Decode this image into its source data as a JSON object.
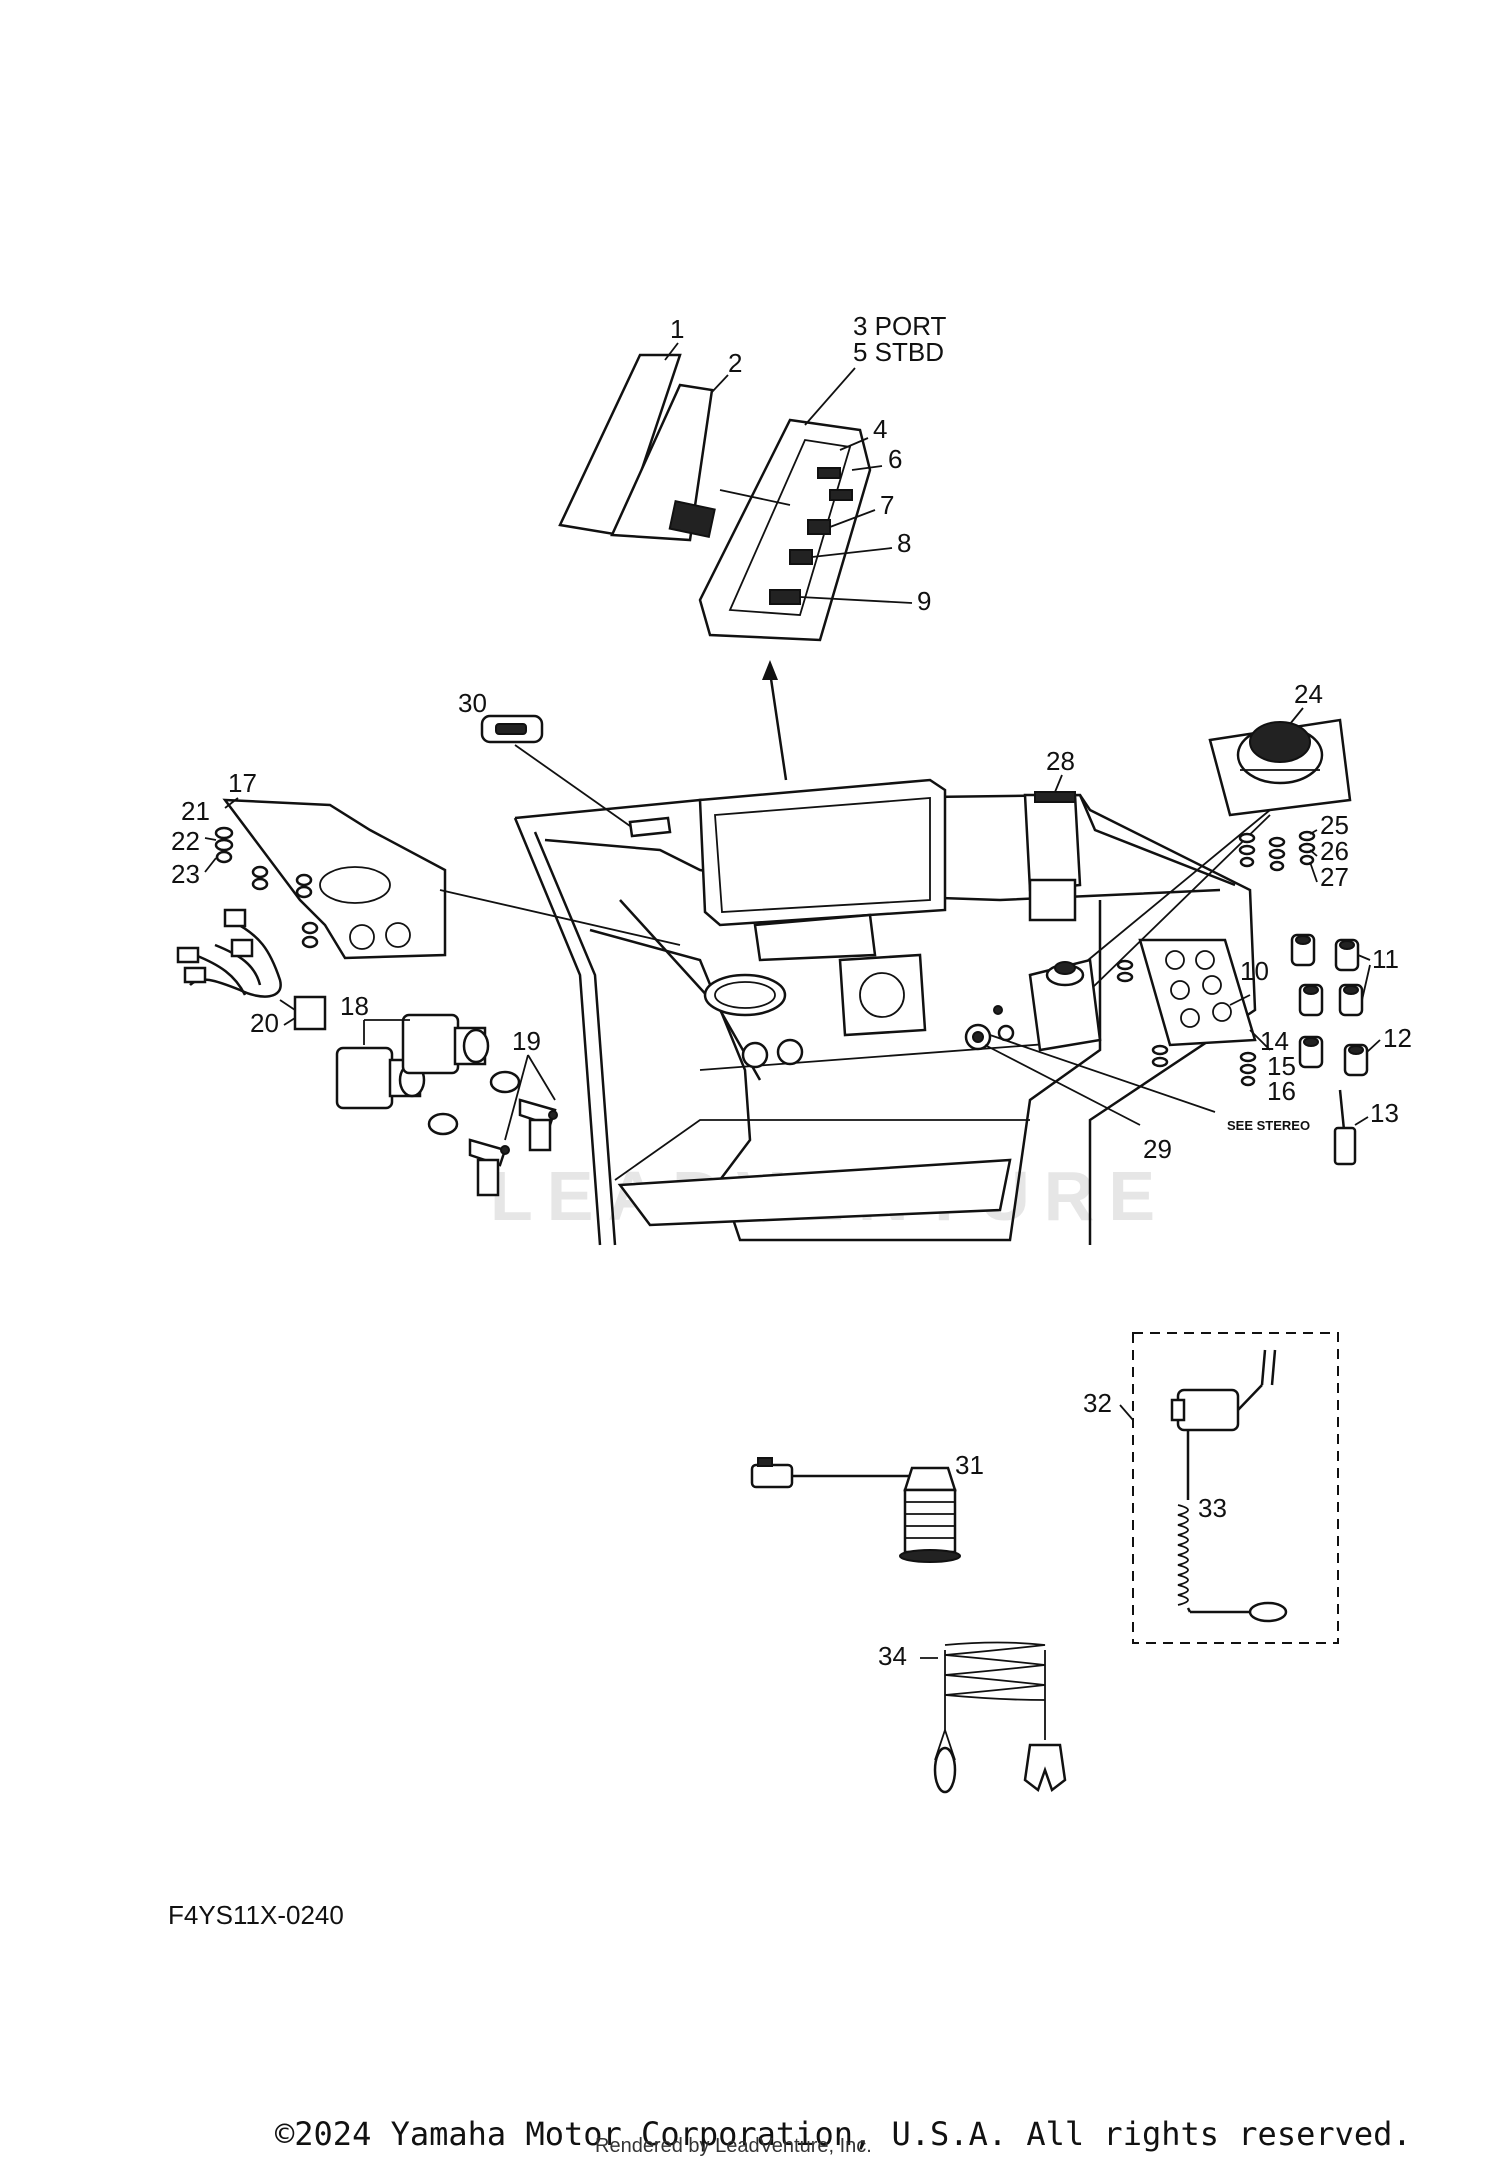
{
  "callouts": {
    "c1": "1",
    "c2": "2",
    "c3": "3 PORT",
    "c5": "5 STBD",
    "c4": "4",
    "c6": "6",
    "c7": "7",
    "c8": "8",
    "c9": "9",
    "c10": "10",
    "c11": "11",
    "c12": "12",
    "c13": "13",
    "c14": "14",
    "c15": "15",
    "c16": "16",
    "c17": "17",
    "c18": "18",
    "c19": "19",
    "c20": "20",
    "c21": "21",
    "c22": "22",
    "c23": "23",
    "c24": "24",
    "c25": "25",
    "c26": "26",
    "c27": "27",
    "c28": "28",
    "c29": "29",
    "c30": "30",
    "c31": "31",
    "c32": "32",
    "c33": "33",
    "c34": "34"
  },
  "see_stereo": "SEE STEREO",
  "watermark": "LEADVENTURE",
  "diagram_code": "F4YS11X-0240",
  "copyright": "©2024 Yamaha Motor Corporation, U.S.A. All rights reserved.",
  "rendered_by": "Rendered by LeadVenture, Inc."
}
